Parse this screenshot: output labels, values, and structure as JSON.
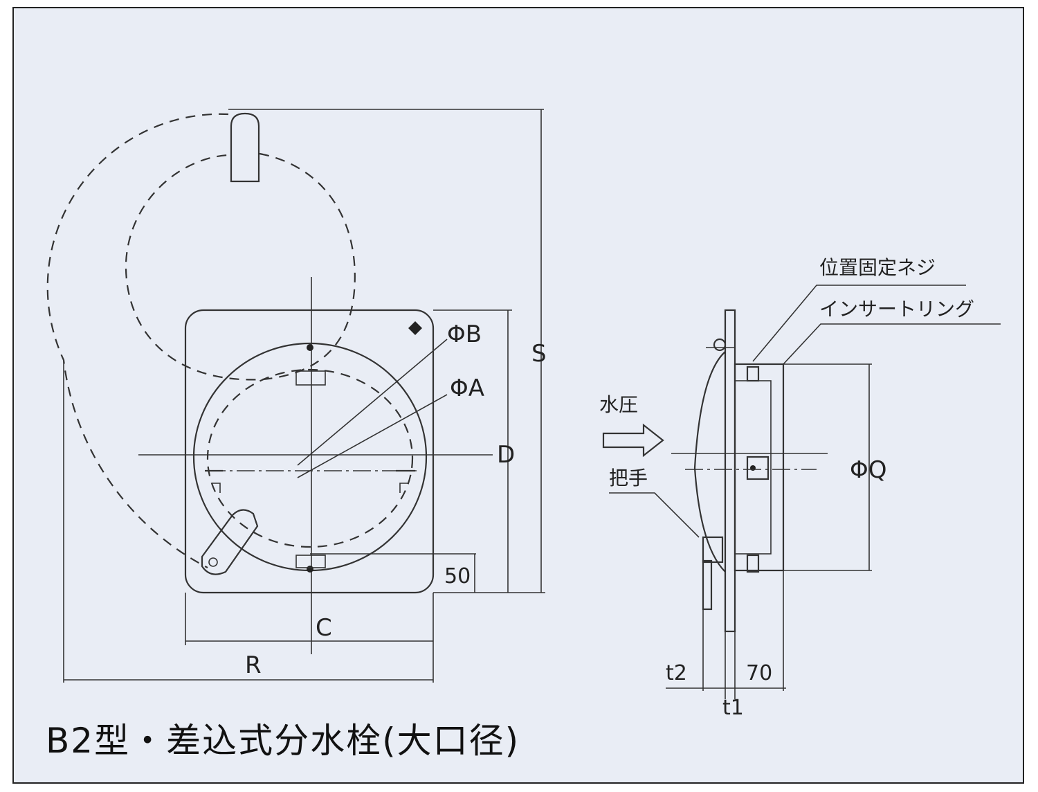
{
  "caption": "B2型・差込式分水栓(大口径)",
  "front_view": {
    "labels": {
      "phi_b": "ΦB",
      "phi_a": "ΦA",
      "dim_d": "D",
      "dim_s": "S",
      "dim_c": "C",
      "dim_r": "R",
      "dim_50": "50"
    }
  },
  "side_view": {
    "labels": {
      "water_pressure": "水圧",
      "handle": "把手",
      "position_screw": "位置固定ネジ",
      "insert_ring": "インサートリング",
      "phi_q": "ΦQ",
      "t2": "t2",
      "t1": "t1",
      "dim_70": "70"
    }
  },
  "colors": {
    "background": "#e9edf5",
    "line": "#333333"
  }
}
